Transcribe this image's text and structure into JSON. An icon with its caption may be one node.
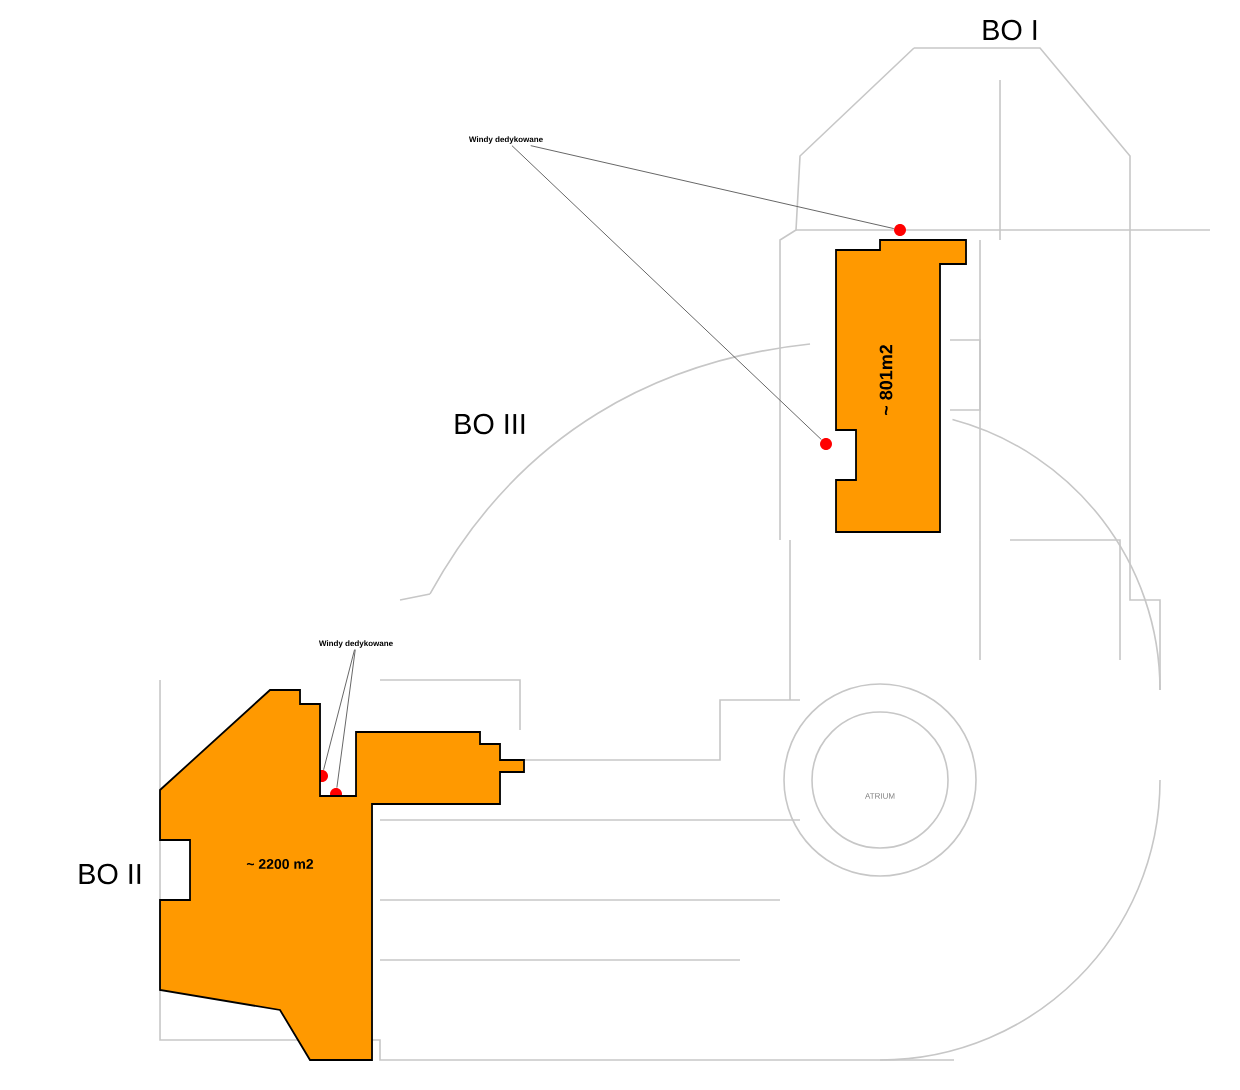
{
  "diagram": {
    "nodes": [
      {
        "text": [
          "Windy dedykowane"
        ]
      },
      {
        "text": [],
        "shape": "circle"
      },
      {
        "text": [],
        "shape": "circle"
      },
      {
        "text": [
          "Windy dedykowane"
        ]
      },
      {
        "text": [],
        "shape": "circle"
      },
      {
        "text": [],
        "shape": "circle"
      },
      {
        "text": [
          "~ 801m2"
        ]
      },
      {
        "text": [
          "~ 2200 m2"
        ]
      }
    ],
    "edges": [
      {
        "from": 0,
        "to": 1,
        "arrow": "none"
      },
      {
        "from": 0,
        "to": 2,
        "arrow": "none"
      },
      {
        "from": 3,
        "to": 4,
        "arrow": "none"
      },
      {
        "from": 3,
        "to": 5,
        "arrow": "none"
      }
    ],
    "labels": [
      "BO I",
      "BO III",
      "BO II",
      "ATRIUM"
    ]
  }
}
